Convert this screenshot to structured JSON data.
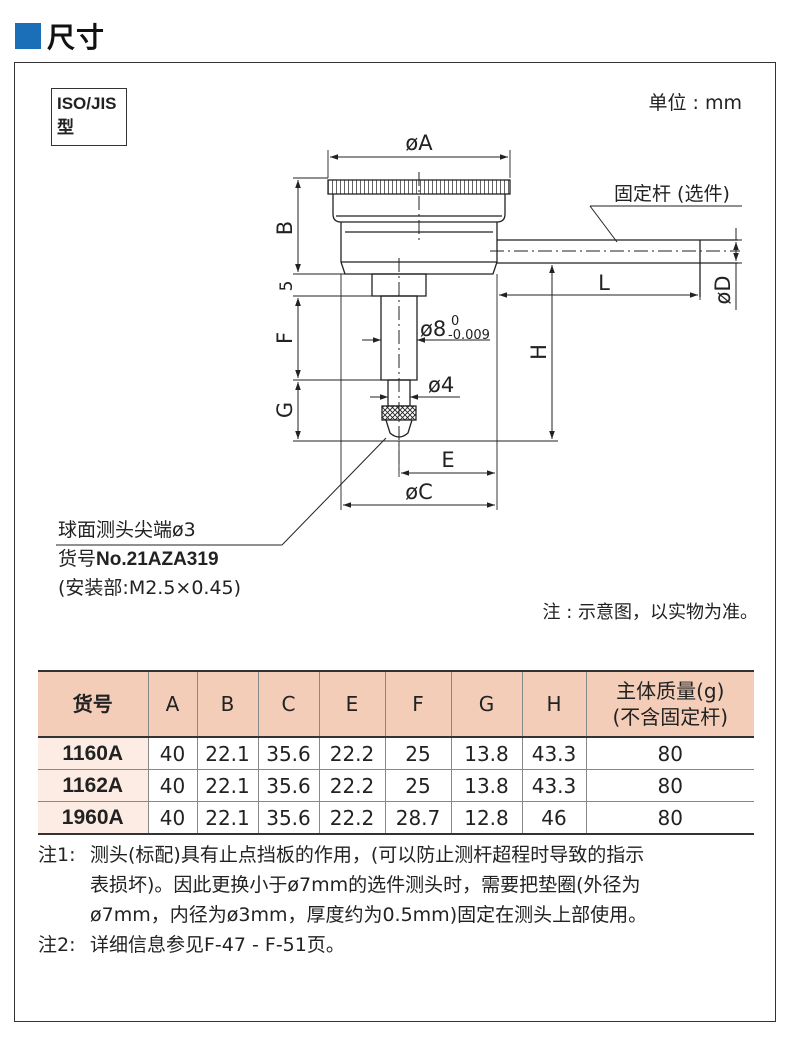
{
  "header": {
    "title": "尺寸"
  },
  "diagram": {
    "type_line1": "ISO/JIS",
    "type_line2": "型",
    "unit": "单位 : mm",
    "dims": {
      "A": "øA",
      "B": "B",
      "five": "5",
      "F": "F",
      "G": "G",
      "H": "H",
      "L": "L",
      "D": "øD",
      "E": "E",
      "C": "øC",
      "stem_dia": "ø8",
      "stem_tol_upper": "0",
      "stem_tol_lower": "-0.009",
      "tip_dia": "ø4"
    },
    "rod_label": "固定杆 (选件)",
    "probe": {
      "line1": "球面测头尖端ø3",
      "line2_prefix": "货号",
      "line2_part": "No.21AZA319",
      "line3": "(安装部:M2.5×0.45)"
    },
    "note": "注 : 示意图，以实物为准。"
  },
  "table": {
    "headers": [
      "货号",
      "A",
      "B",
      "C",
      "E",
      "F",
      "G",
      "H"
    ],
    "mass_header_line1": "主体质量(g)",
    "mass_header_line2": "(不含固定杆)",
    "rows": [
      [
        "1160A",
        "40",
        "22.1",
        "35.6",
        "22.2",
        "25",
        "13.8",
        "43.3",
        "80"
      ],
      [
        "1162A",
        "40",
        "22.1",
        "35.6",
        "22.2",
        "25",
        "13.8",
        "43.3",
        "80"
      ],
      [
        "1960A",
        "40",
        "22.1",
        "35.6",
        "22.2",
        "28.7",
        "12.8",
        "46",
        "80"
      ]
    ]
  },
  "notes": [
    {
      "label": "注1:",
      "lines": [
        "测头(标配)具有止点挡板的作用，(可以防止测杆超程时导致的指示",
        "表损坏)。因此更换小于ø7mm的选件测头时，需要把垫圈(外径为",
        "ø7mm，内径为ø3mm，厚度约为0.5mm)固定在测头上部使用。"
      ]
    },
    {
      "label": "注2:",
      "lines": [
        "详细信息参见F-47 - F-51页。"
      ]
    }
  ]
}
